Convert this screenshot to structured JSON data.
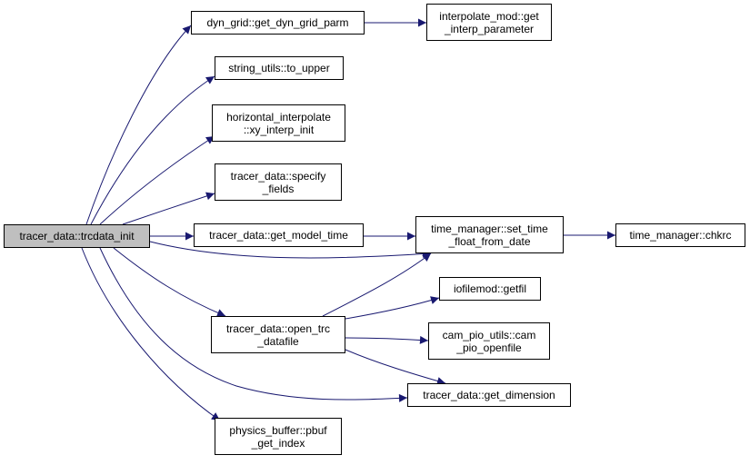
{
  "colors": {
    "edge": "#191970",
    "root_fill": "#bfbfbf",
    "node_fill": "#ffffff",
    "border": "#000000"
  },
  "nodes": [
    {
      "id": "n0",
      "label": "tracer_data::trcdata_init"
    },
    {
      "id": "n1",
      "label": "dyn_grid::get_dyn_grid_parm"
    },
    {
      "id": "n2",
      "label": "interpolate_mod::get\n_interp_parameter"
    },
    {
      "id": "n3",
      "label": "string_utils::to_upper"
    },
    {
      "id": "n4",
      "label": "horizontal_interpolate\n::xy_interp_init"
    },
    {
      "id": "n5",
      "label": "tracer_data::specify\n_fields"
    },
    {
      "id": "n6",
      "label": "tracer_data::get_model_time"
    },
    {
      "id": "n7",
      "label": "time_manager::set_time\n_float_from_date"
    },
    {
      "id": "n8",
      "label": "time_manager::chkrc"
    },
    {
      "id": "n9",
      "label": "iofilemod::getfil"
    },
    {
      "id": "n10",
      "label": "tracer_data::open_trc\n_datafile"
    },
    {
      "id": "n11",
      "label": "cam_pio_utils::cam\n_pio_openfile"
    },
    {
      "id": "n12",
      "label": "tracer_data::get_dimension"
    },
    {
      "id": "n13",
      "label": "physics_buffer::pbuf\n_get_index"
    }
  ],
  "edges": [
    [
      "n0",
      "n1"
    ],
    [
      "n0",
      "n3"
    ],
    [
      "n0",
      "n4"
    ],
    [
      "n0",
      "n5"
    ],
    [
      "n0",
      "n6"
    ],
    [
      "n0",
      "n7"
    ],
    [
      "n0",
      "n10"
    ],
    [
      "n0",
      "n12"
    ],
    [
      "n0",
      "n13"
    ],
    [
      "n1",
      "n2"
    ],
    [
      "n6",
      "n7"
    ],
    [
      "n7",
      "n8"
    ],
    [
      "n10",
      "n7"
    ],
    [
      "n10",
      "n9"
    ],
    [
      "n10",
      "n11"
    ],
    [
      "n10",
      "n12"
    ]
  ]
}
